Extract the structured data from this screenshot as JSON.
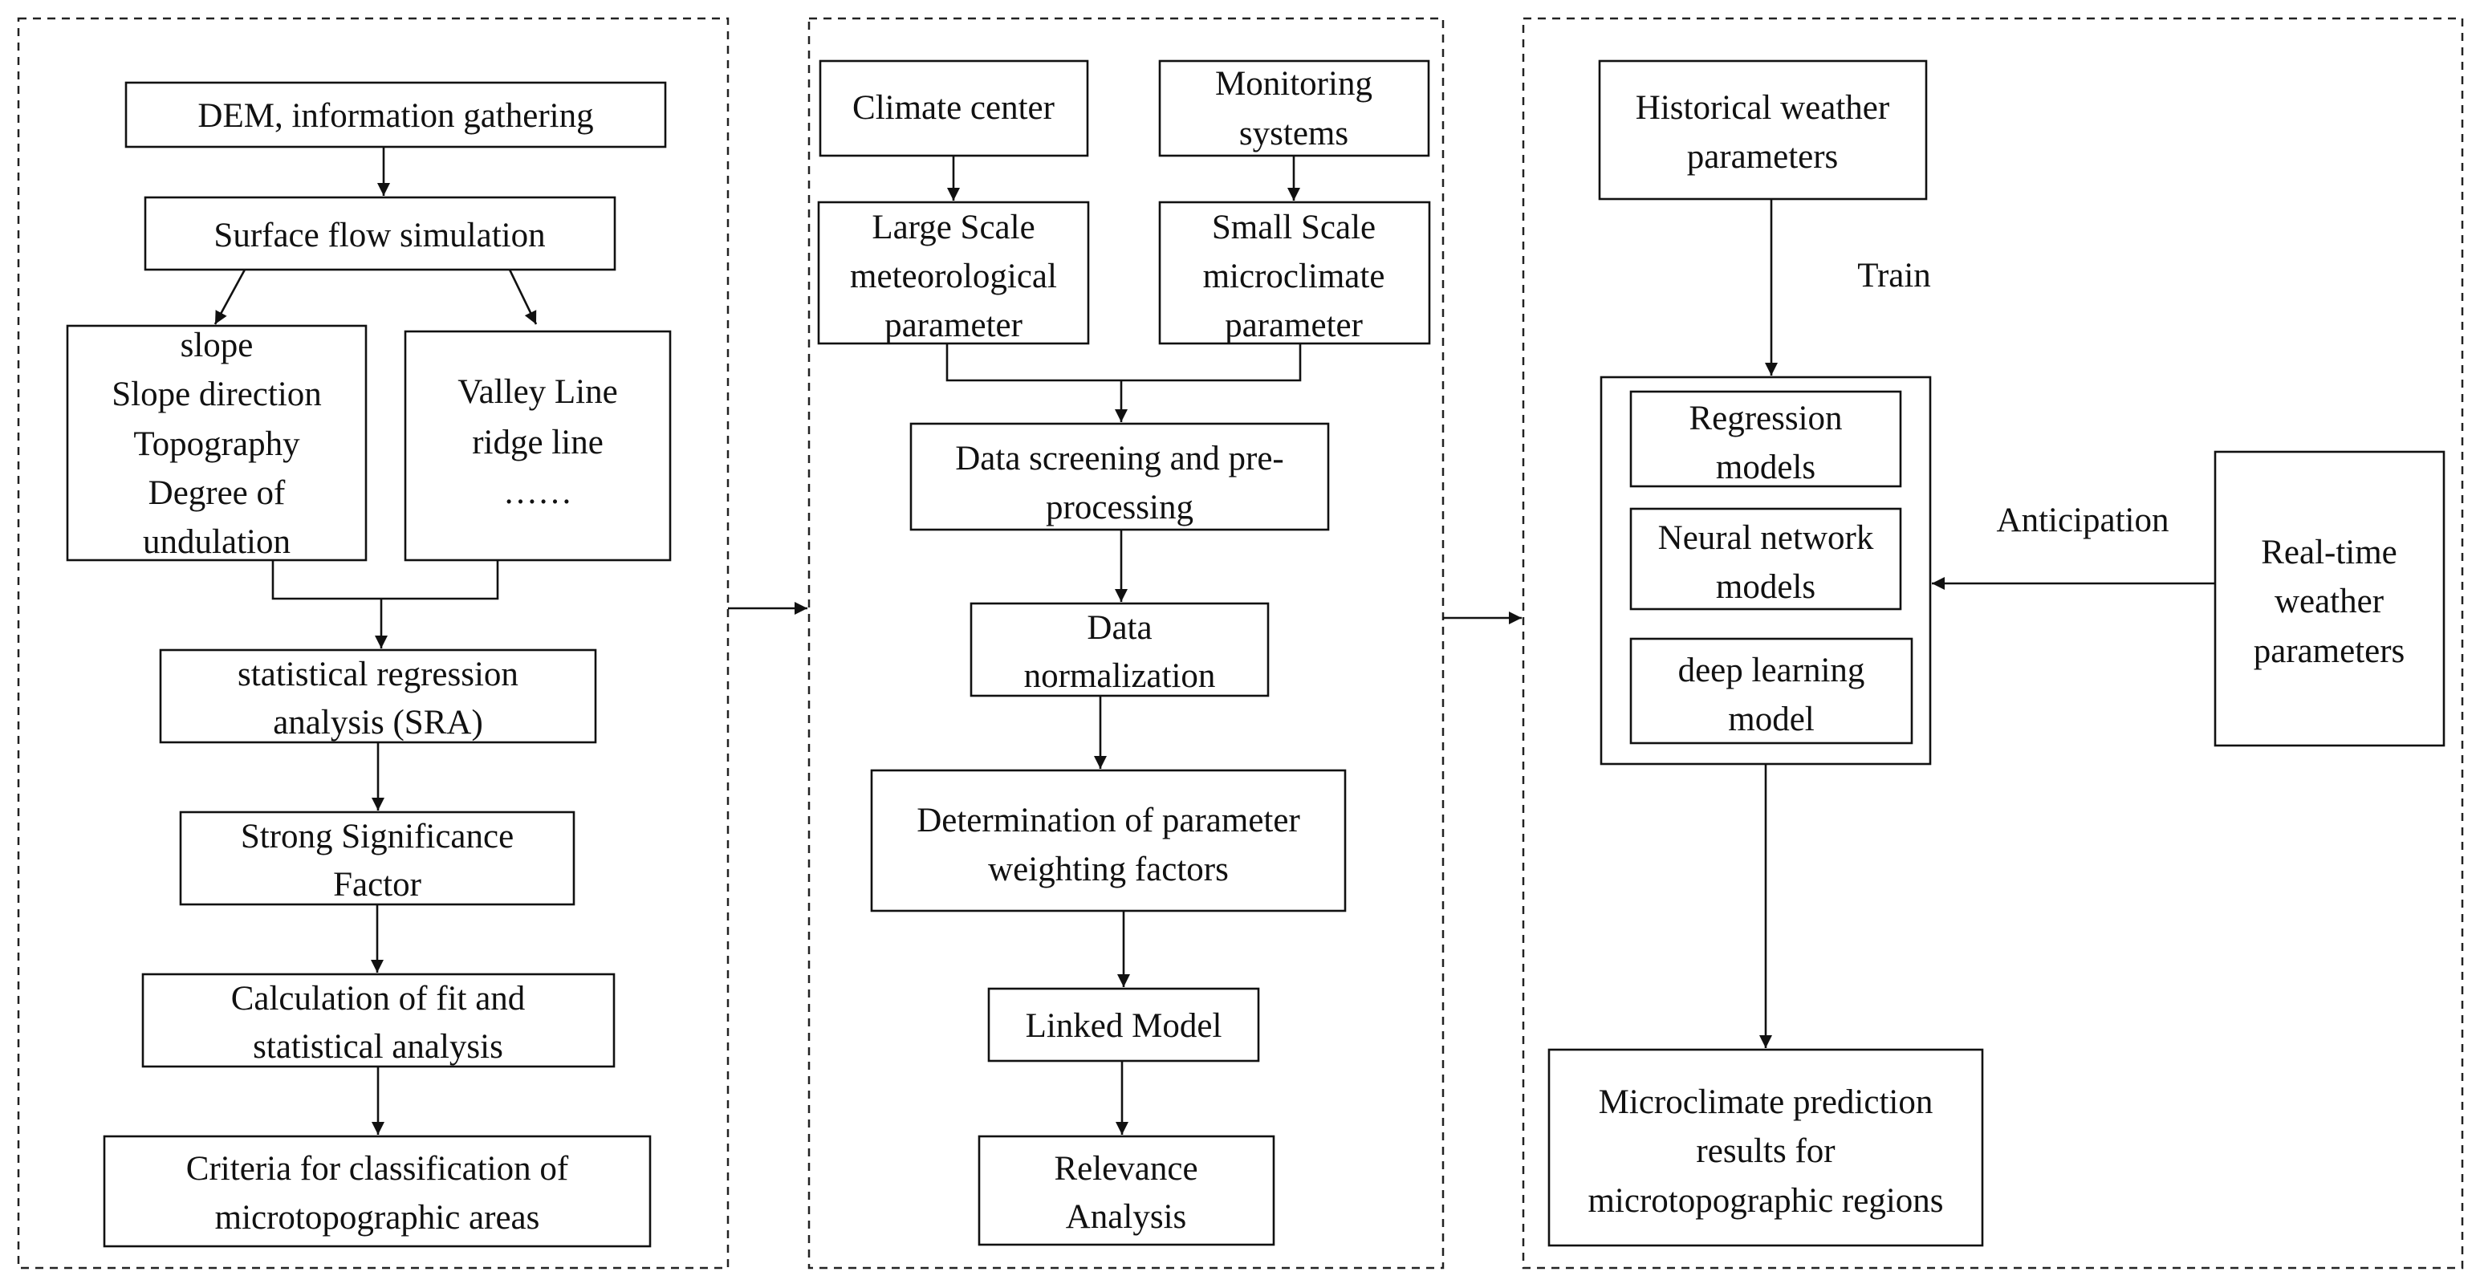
{
  "diagram": {
    "left_panel": {
      "dem": "DEM, information gathering",
      "surface_flow": "Surface flow simulation",
      "terrain_factors": [
        "slope",
        "Slope direction",
        "Topography",
        "Degree of",
        "undulation"
      ],
      "line_factors": [
        "Valley Line",
        "ridge line",
        "……"
      ],
      "sra": [
        "statistical regression",
        "analysis (SRA)"
      ],
      "strong_factor": [
        "Strong Significance",
        "Factor"
      ],
      "fit": [
        "Calculation of fit and",
        "statistical analysis"
      ],
      "criteria": [
        "Criteria for classification of",
        "microtopographic areas"
      ]
    },
    "middle_panel": {
      "climate_center": "Climate center",
      "monitoring": [
        "Monitoring",
        "systems"
      ],
      "large_scale": [
        "Large Scale",
        "meteorological",
        "parameter"
      ],
      "small_scale": [
        "Small Scale",
        "microclimate",
        "parameter"
      ],
      "screening": [
        "Data screening and pre-",
        "processing"
      ],
      "normalization": [
        "Data",
        "normalization"
      ],
      "weighting": [
        "Determination of parameter",
        "weighting factors"
      ],
      "linked": "Linked Model",
      "relevance": [
        "Relevance",
        "Analysis"
      ]
    },
    "right_panel": {
      "historical": [
        "Historical weather",
        "parameters"
      ],
      "train_label": "Train",
      "regression": [
        "Regression",
        "models"
      ],
      "neural": [
        "Neural network",
        "models"
      ],
      "deep": [
        "deep learning",
        "model"
      ],
      "anticipation_label": "Anticipation",
      "realtime": [
        "Real-time",
        "weather",
        "parameters"
      ],
      "results": [
        "Microclimate prediction",
        "results for",
        "microtopographic regions"
      ]
    }
  }
}
